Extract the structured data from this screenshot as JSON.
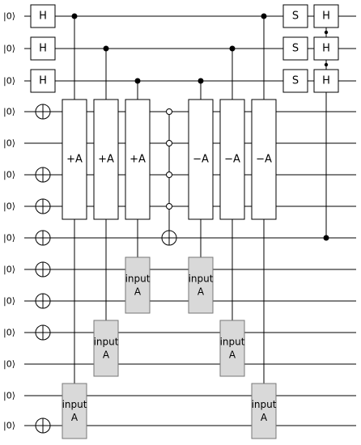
{
  "circuit": {
    "qubit_label": "|0⟩",
    "qubits": 14,
    "h_gate": "H",
    "s_gate": "S",
    "plus_a": "+A",
    "minus_a": "−A",
    "input_line1": "input",
    "input_line2": "A"
  }
}
